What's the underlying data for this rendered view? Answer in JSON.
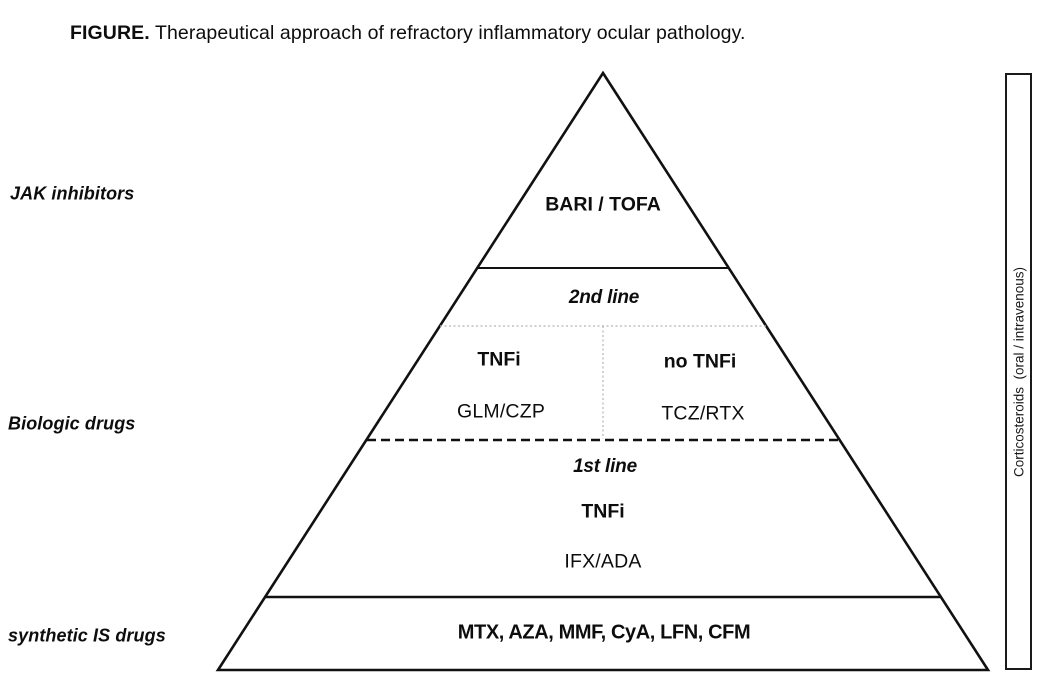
{
  "figure": {
    "caption_label": "FIGURE.",
    "caption_text": " Therapeutical approach of refractory inflammatory ocular pathology."
  },
  "side_labels": {
    "jak_inhibitors": "JAK inhibitors",
    "biologic_drugs": "Biologic drugs",
    "synthetic_is_drugs": "synthetic IS drugs"
  },
  "pyramid": {
    "jak_tier": {
      "drugs": "BARI / TOFA"
    },
    "second_line_tier": {
      "line_label": "2nd line",
      "tnfi_branch": {
        "class_label": "TNFi",
        "drugs": "GLM/CZP"
      },
      "no_tnfi_branch": {
        "class_label": "no TNFi",
        "drugs": "TCZ/RTX"
      }
    },
    "first_line_tier": {
      "line_label": "1st line",
      "class_label": "TNFi",
      "drugs": "IFX/ADA"
    },
    "synthetic_tier": {
      "drugs": "MTX, AZA, MMF, CyA, LFN, CFM"
    }
  },
  "corticosteroid_bar": {
    "label": "Corticosteroids  (oral / intravenous)"
  },
  "colors": {
    "line_color": "#111111",
    "dotted_divider_color": "#b5b5b5",
    "background": "#ffffff"
  }
}
